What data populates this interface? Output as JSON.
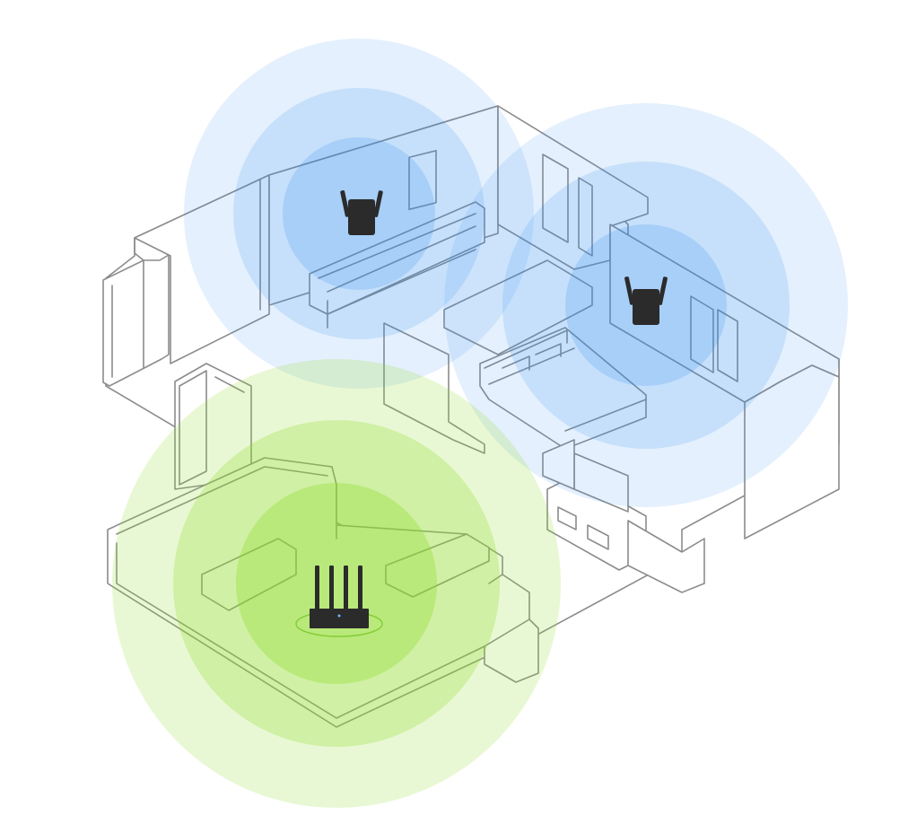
{
  "colors": {
    "background": "#ffffff",
    "extender_coverage": "#2e8cf0",
    "router_coverage": "#8fdc2a",
    "wall_stroke": "#8c8c8c",
    "device_body": "#2b2b2b"
  },
  "devices": [
    {
      "kind": "wifi-extender",
      "icon": "extender-icon",
      "coverage": "extender_coverage",
      "rings": 3
    },
    {
      "kind": "wifi-extender",
      "icon": "extender-icon",
      "coverage": "extender_coverage",
      "rings": 3
    },
    {
      "kind": "wifi-router",
      "icon": "router-icon",
      "antennas": 4,
      "coverage": "router_coverage",
      "rings": 3
    }
  ]
}
